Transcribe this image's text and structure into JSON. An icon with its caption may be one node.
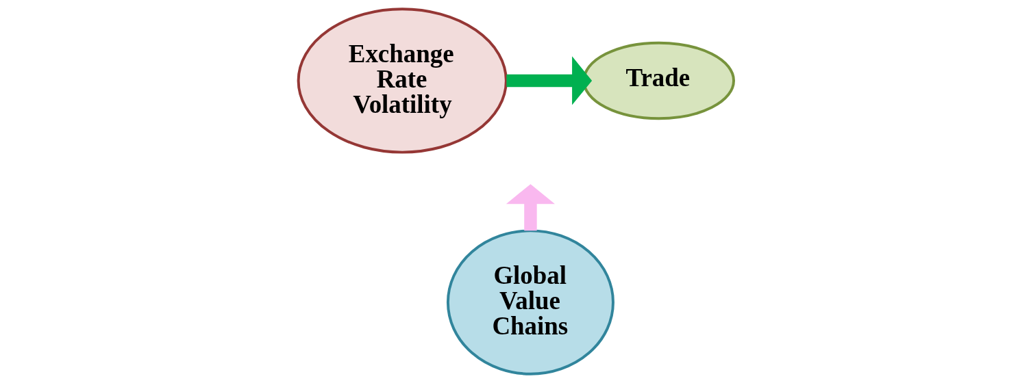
{
  "diagram": {
    "nodes": [
      {
        "text": [
          "Exchange Rate Volatility"
        ]
      },
      {
        "text": [
          "Trade"
        ]
      },
      {
        "text": [
          "Global Value Chains"
        ]
      }
    ],
    "edges": [
      {
        "from": 0,
        "to": 1,
        "arrow": "to",
        "color": "#00b050"
      },
      {
        "from": 2,
        "to": null,
        "arrow": "to",
        "color": "#f9b8ef"
      }
    ]
  }
}
